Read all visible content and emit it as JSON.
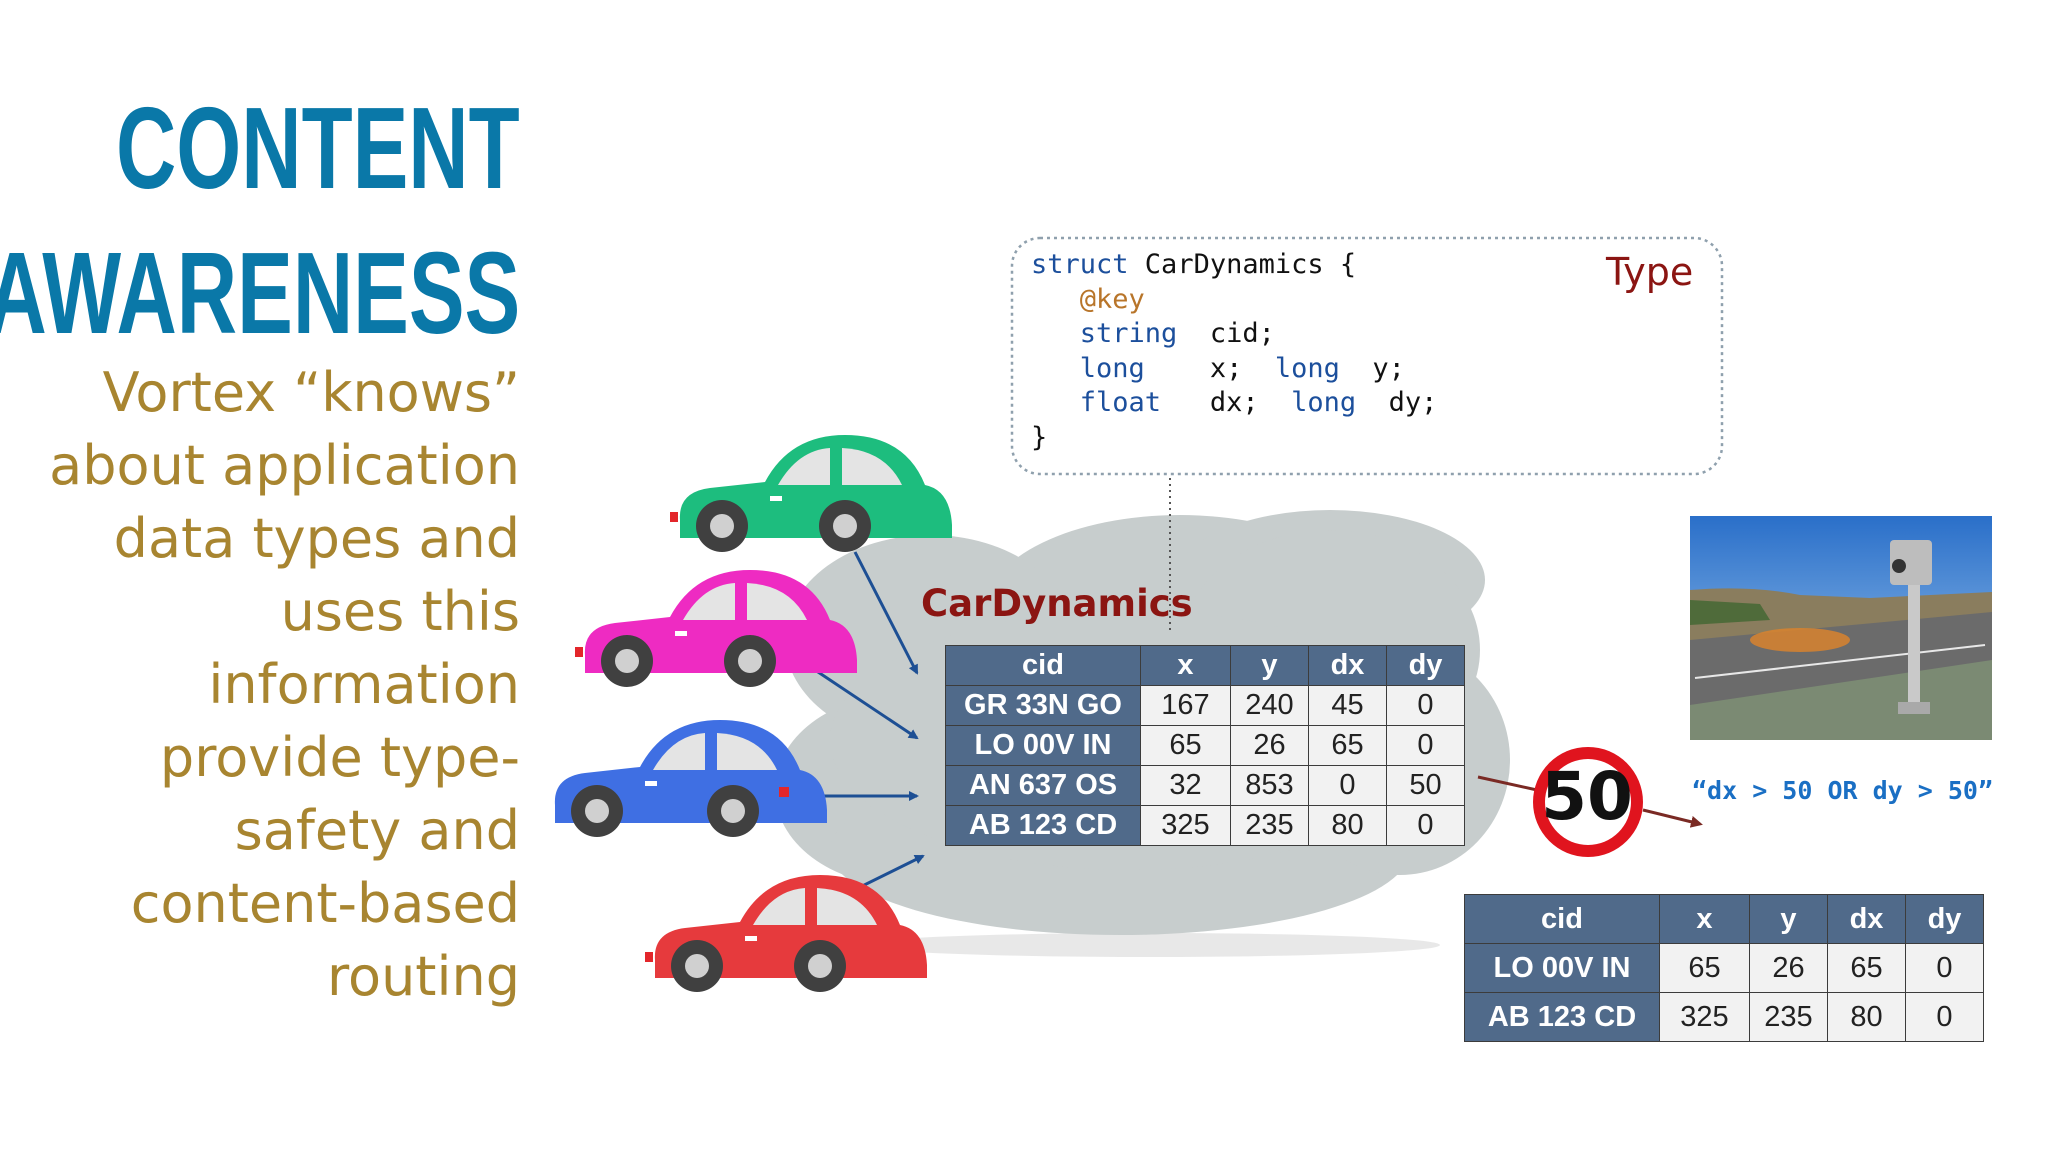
{
  "slide": {
    "title_line1": "CONTENT",
    "title_line2": "AWARENESS",
    "description_lines": [
      "Vortex “knows”",
      "about application",
      "data types and",
      "uses this",
      "information",
      "provide type-",
      "safety and",
      "content-based",
      "routing"
    ]
  },
  "type_box": {
    "label": "Type",
    "code": {
      "l1_kw": "struct",
      "l1_rest": " CarDynamics {",
      "l2_ann": "@key",
      "l3_kw": "string",
      "l3_rest": "  cid;",
      "l4_kw1": "long",
      "l4_mid": "    x;  ",
      "l4_kw2": "long",
      "l4_end": "  y;",
      "l5_kw1": "float",
      "l5_mid": "   dx;  ",
      "l5_kw2": "long",
      "l5_end": "  dy;",
      "l6": "}"
    }
  },
  "topic": {
    "label": "CarDynamics",
    "headers": [
      "cid",
      "x",
      "y",
      "dx",
      "dy"
    ],
    "rows": [
      [
        "GR 33N GO",
        "167",
        "240",
        "45",
        "0"
      ],
      [
        "LO 00V IN",
        "65",
        "26",
        "65",
        "0"
      ],
      [
        "AN 637 OS",
        "32",
        "853",
        "0",
        "50"
      ],
      [
        "AB 123 CD",
        "325",
        "235",
        "80",
        "0"
      ]
    ]
  },
  "speed_sign": {
    "value": "50",
    "ring_color": "#e0141e"
  },
  "filter": {
    "expression": "“dx > 50 OR dy > 50”"
  },
  "result": {
    "headers": [
      "cid",
      "x",
      "y",
      "dx",
      "dy"
    ],
    "rows": [
      [
        "LO 00V IN",
        "65",
        "26",
        "65",
        "0"
      ],
      [
        "AB 123 CD",
        "325",
        "235",
        "80",
        "0"
      ]
    ]
  },
  "colors": {
    "title": "#0a78a8",
    "description": "#a88530",
    "table_header": "#506a8a",
    "arrow": "#1d4f94",
    "label_red": "#8b1512"
  },
  "cars": [
    {
      "name": "green-car",
      "color": "#1dbd7e"
    },
    {
      "name": "magenta-car",
      "color": "#ee2bc2"
    },
    {
      "name": "blue-car",
      "color": "#3f6fe3"
    },
    {
      "name": "red-car",
      "color": "#e63a3d"
    }
  ],
  "images": {
    "photo": "speed-camera-road-photo"
  }
}
